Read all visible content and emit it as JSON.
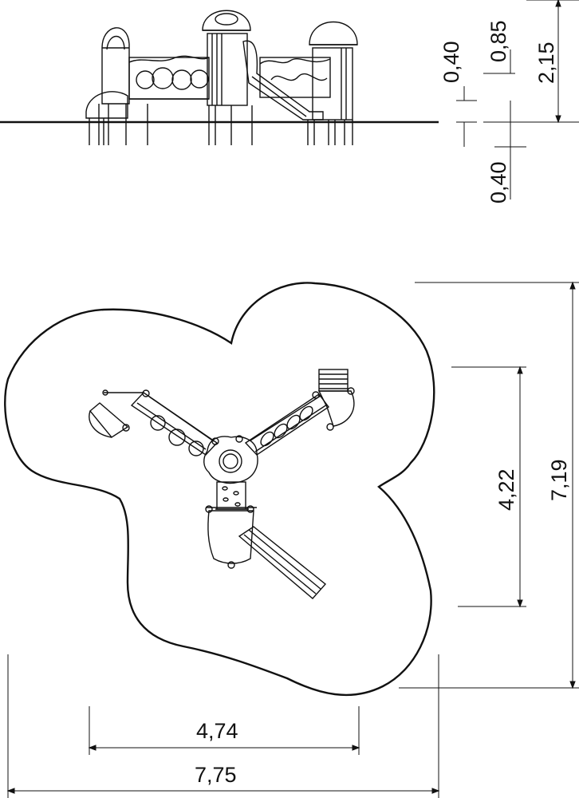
{
  "dimensions": {
    "elevation": {
      "platform_height": "0,40",
      "roof_height": "0,85",
      "total_height": "2,15",
      "foundation_depth": "0,40"
    },
    "plan": {
      "equipment_width": "4,74",
      "safety_area_width": "7,75",
      "equipment_depth": "4,22",
      "safety_area_depth": "7,19"
    }
  }
}
